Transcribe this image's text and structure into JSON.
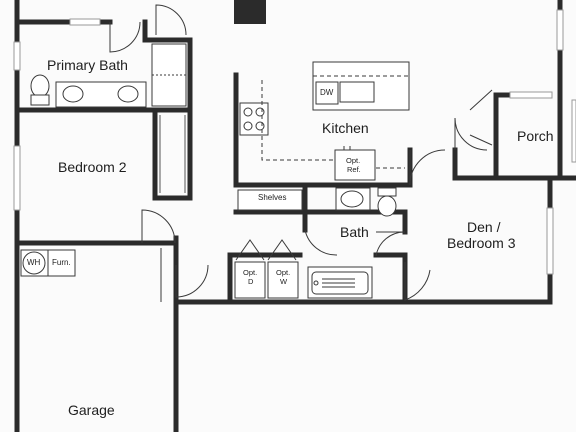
{
  "rooms": {
    "primary_bath": "Primary Bath",
    "bedroom2": "Bedroom 2",
    "kitchen": "Kitchen",
    "porch": "Porch",
    "bath": "Bath",
    "den_line1": "Den /",
    "den_line2": "Bedroom 3",
    "garage": "Garage"
  },
  "fixtures": {
    "dishwasher": "DW",
    "opt_ref_line1": "Opt.",
    "opt_ref_line2": "Ref.",
    "shelves": "Shelves",
    "opt_d_line1": "Opt.",
    "opt_d_line2": "D",
    "opt_w_line1": "Opt.",
    "opt_w_line2": "W",
    "water_heater": "WH",
    "furnace": "Furn."
  },
  "colors": {
    "wall": "#2b2b2b",
    "fixture": "#3a3a3a",
    "floor": "#fbfbfb"
  }
}
